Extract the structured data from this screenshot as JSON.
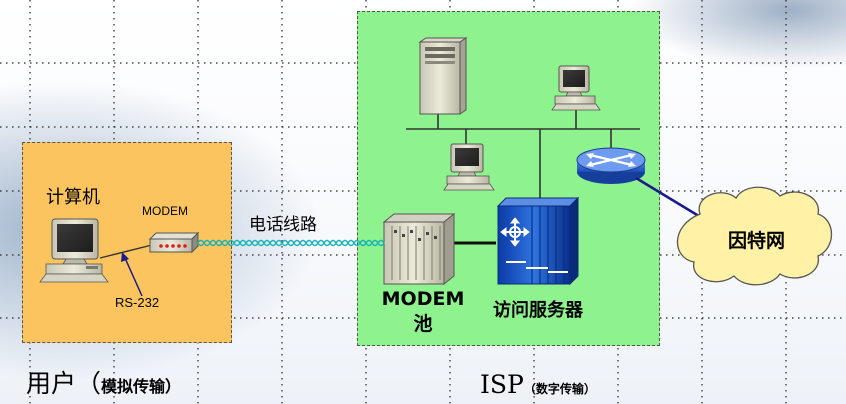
{
  "labels": {
    "computer": "计算机",
    "modem_device": "MODEM",
    "rs232": "RS-232",
    "phone_line": "电话线路",
    "modem_pool_line1": "MODEM",
    "modem_pool_line2": "池",
    "access_server": "访问服务器",
    "internet": "因特网",
    "user": "用户（",
    "user_sub": "模拟传输）",
    "isp": "ISP",
    "isp_sub": "（数字传输）"
  },
  "colors": {
    "user_region": "#fcc45f",
    "isp_region": "#8ef28e",
    "cloud": "#fff1a6",
    "phone_wave": "#19b3b8",
    "internet_link": "#1a1a8c"
  },
  "icons": {
    "pc": "desktop-computer-icon",
    "server": "tower-server-icon",
    "router": "router-icon",
    "modem": "modem-icon",
    "modem_pool": "modem-rack-icon",
    "access_server": "access-server-icon",
    "cloud": "cloud-icon"
  }
}
